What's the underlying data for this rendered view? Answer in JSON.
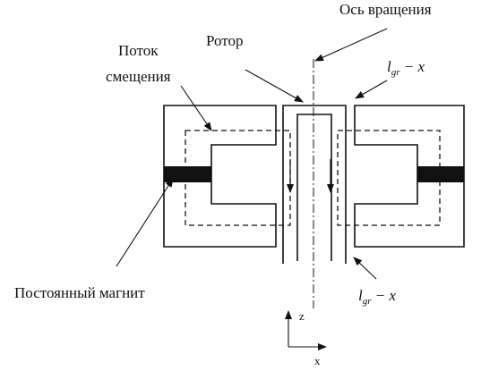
{
  "labels": {
    "rotation_axis": "Ось вращения",
    "rotor": "Ротор",
    "bias_flux_line1": "Поток",
    "bias_flux_line2": "смещения",
    "permanent_magnet": "Постоянный магнит",
    "gap_top": {
      "l": "l",
      "sub": "gr",
      "rest": " − x"
    },
    "gap_bottom": {
      "l": "l",
      "sub": "gr",
      "rest": " − x"
    },
    "axis_z": "z",
    "axis_x": "x"
  },
  "colors": {
    "ink": "#111111",
    "magnet": "#111111",
    "background": "#ffffff"
  }
}
